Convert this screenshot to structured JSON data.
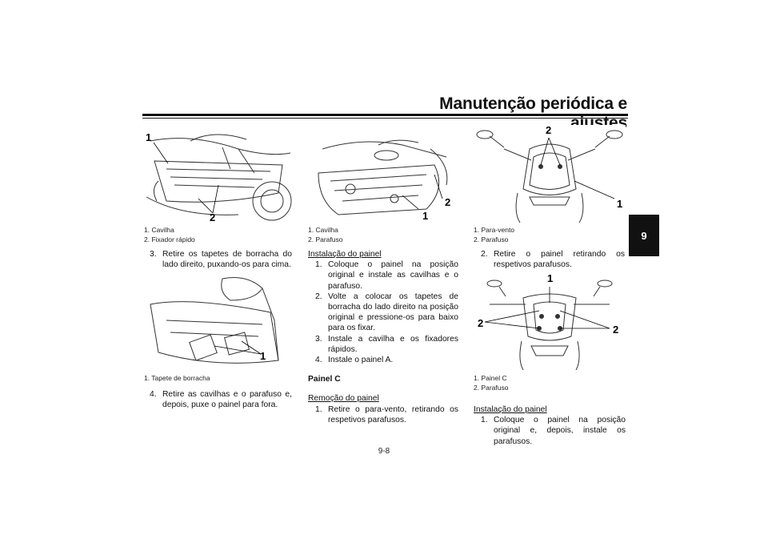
{
  "header": {
    "title": "Manutenção periódica e ajustes"
  },
  "chapter_tab": "9",
  "page_number": "9-8",
  "col1": {
    "fig1": {
      "callouts": [
        "1",
        "2"
      ],
      "captions": [
        "1. Cavilha",
        "2. Fixador rápido"
      ]
    },
    "step3": {
      "num": "3.",
      "text": "Retire os tapetes de borracha do lado direito, puxando-os para cima."
    },
    "fig2": {
      "callouts": [
        "1"
      ],
      "captions": [
        "1. Tapete de borracha"
      ]
    },
    "step4": {
      "num": "4.",
      "text": "Retire as cavilhas e o parafuso e, depois, puxe o painel para fora."
    }
  },
  "col2": {
    "fig3": {
      "callouts": [
        "1",
        "2"
      ],
      "captions": [
        "1. Cavilha",
        "2. Parafuso"
      ]
    },
    "install_heading": "Instalação do painel",
    "install_steps": [
      {
        "num": "1.",
        "text": "Coloque o painel na posição original e instale as cavilhas e o parafuso."
      },
      {
        "num": "2.",
        "text": "Volte a colocar os tapetes de borracha do lado direito na posição original e pressione-os para baixo para os fixar."
      },
      {
        "num": "3.",
        "text": "Instale a cavilha e os fixadores rápidos."
      },
      {
        "num": "4.",
        "text": "Instale o painel A."
      }
    ],
    "section_title": "Painel C",
    "removal_heading": "Remoção do painel",
    "removal_steps": [
      {
        "num": "1.",
        "text": "Retire o para-vento, retirando os respetivos parafusos."
      }
    ]
  },
  "col3": {
    "fig4": {
      "callouts": [
        "2",
        "1"
      ],
      "captions": [
        "1. Para-vento",
        "2. Parafuso"
      ]
    },
    "step2": {
      "num": "2.",
      "text": "Retire o painel retirando os respetivos parafusos."
    },
    "fig5": {
      "callouts": [
        "1",
        "2",
        "2"
      ],
      "captions": [
        "1. Painel C",
        "2. Parafuso"
      ]
    },
    "install_heading": "Instalação do painel",
    "install_steps": [
      {
        "num": "1.",
        "text": "Coloque o painel na posição original e, depois, instale os parafusos."
      }
    ]
  }
}
